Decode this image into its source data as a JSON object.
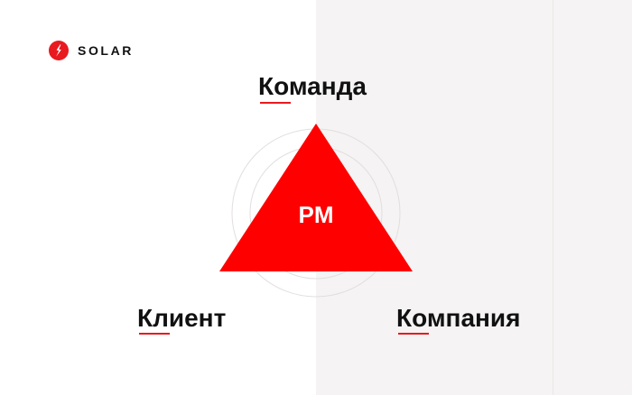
{
  "brand": {
    "name": "SOLAR",
    "accent_color": "#e8191f",
    "logo_icon": "solar-logo-icon"
  },
  "diagram": {
    "center_label": "PM",
    "vertices": {
      "top": "Команда",
      "left": "Клиент",
      "right": "Компания"
    },
    "triangle_color": "#ff0000",
    "background_split_color": "#f5f3f3"
  }
}
